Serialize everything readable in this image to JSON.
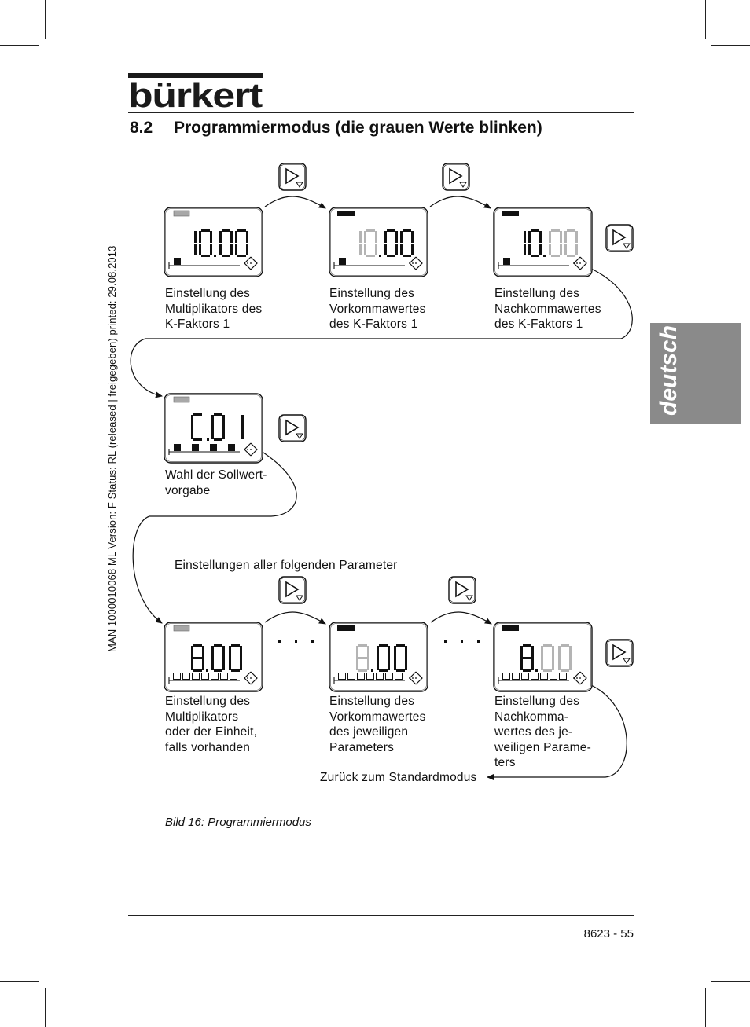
{
  "brand": {
    "logo_text": "bürkert"
  },
  "section": {
    "number": "8.2",
    "title": "Programmiermodus (die grauen Werte blinken)"
  },
  "side_meta": "MAN  1000010068  ML  Version: F  Status: RL (released | freigegeben)  printed: 29.08.2013",
  "language_tab": "deutsch",
  "displays": {
    "row1": [
      {
        "value": "10.00",
        "bar_color": "#a8a8a8",
        "caption": "Einstellung des\nMultiplikators des\nK-Faktors 1"
      },
      {
        "value": "10.00",
        "bar_color": "#111111",
        "caption": "Einstellung des\nVorkommawertes\ndes K-Faktors 1"
      },
      {
        "value": "10.00",
        "bar_color": "#111111",
        "caption": "Einstellung des\nNachkommawertes\ndes K-Faktors 1"
      }
    ],
    "row2": {
      "value": "C.01",
      "bar_color": "#a8a8a8",
      "caption": "Wahl der Sollwert-\nvorgabe"
    },
    "row3_heading": "Einstellungen aller folgenden Parameter",
    "row3": [
      {
        "value": "8.00",
        "bar_color": "#a8a8a8",
        "caption": "Einstellung des\nMultiplikators\noder der Einheit,\nfalls vorhanden"
      },
      {
        "value": "8.00",
        "bar_color": "#111111",
        "caption": "Einstellung des\nVorkommawertes\ndes jeweiligen\nParameters"
      },
      {
        "value": "8.00",
        "bar_color": "#111111",
        "caption": "Einstellung des\nNachkomma-\nwertes des je-\nweiligen Parame-\nters"
      }
    ],
    "return_label": "Zurück  zum  Standardmodus"
  },
  "colors": {
    "blink_gray": "#b4b4b4",
    "segment_black": "#111111"
  },
  "icons": {
    "next_key": "arrow-key-icon",
    "enter_arrow": "enter-arrow-icon"
  },
  "figure_caption": "Bild 16: Programmiermodus",
  "footer": {
    "page": "8623  -  55"
  }
}
